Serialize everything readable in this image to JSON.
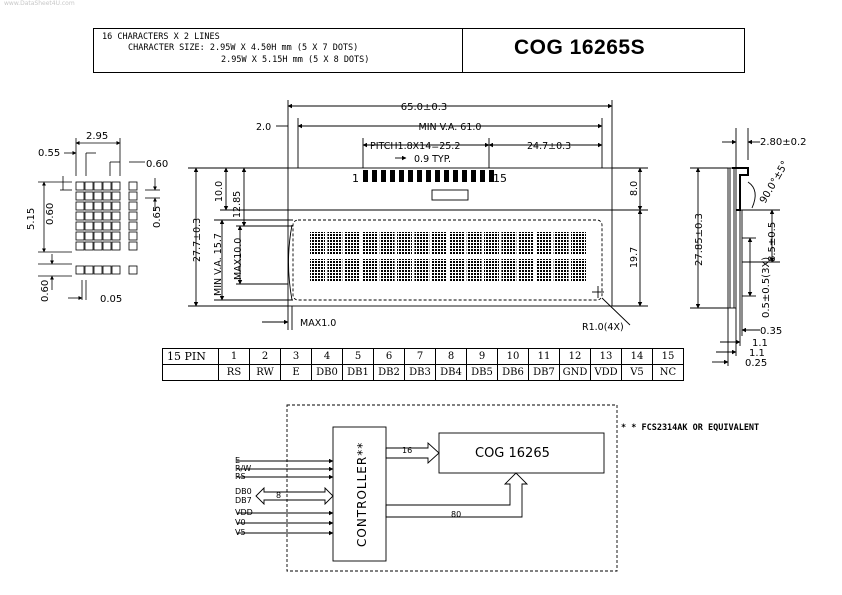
{
  "watermark": "www.DataSheet4U.com",
  "header": {
    "line1": "16 CHARACTERS X 2 LINES",
    "line2": "CHARACTER SIZE: 2.95W X 4.50H mm (5 X 7 DOTS)",
    "line3": "2.95W X 5.15H mm (5 X 8 DOTS)",
    "model": "COG 16265S"
  },
  "dot_detail": {
    "width": "2.95",
    "left_gap": "0.55",
    "right_gap": "0.60",
    "height": "5.15",
    "height_inner": "0.60",
    "right_h": "0.65",
    "bottom_gap": "0.60",
    "bottom_w": "0.05"
  },
  "front": {
    "total_w": "65.0±0.3",
    "va_offset": "2.0",
    "min_va_w": "MIN V.A. 61.0",
    "pitch": "PITCH1.8X14=25.2",
    "pin_offset": "24.7±0.3",
    "typ": "0.9 TYP.",
    "pin_first": "1",
    "pin_last": "15",
    "total_h": "27.7±0.3",
    "top_h": "10.0",
    "top_h2": "12.85",
    "min_va_h": "MIN V.A. 15.7",
    "max_h": "MAX10.0",
    "right_top": "8.0",
    "right_bottom": "19.7",
    "max_bottom": "MAX1.0",
    "radius": "R1.0(4X)"
  },
  "side": {
    "thickness": "2.80±0.2",
    "bend": "90.0°±5°",
    "total_h": "27.85±0.3",
    "pin_h": "8.5±0.5",
    "pin_w": "0.5±0.5(3X)",
    "d1": "0.35",
    "d2": "1.1",
    "d3": "1.1",
    "d4": "0.25"
  },
  "pin_table": {
    "label": "15  PIN",
    "numbers": [
      "1",
      "2",
      "3",
      "4",
      "5",
      "6",
      "7",
      "8",
      "9",
      "10",
      "11",
      "12",
      "13",
      "14",
      "15"
    ],
    "names": [
      "RS",
      "RW",
      "E",
      "DB0",
      "DB1",
      "DB2",
      "DB3",
      "DB4",
      "DB5",
      "DB6",
      "DB7",
      "GND",
      "VDD",
      "V5",
      "NC"
    ]
  },
  "block": {
    "signals": [
      "E",
      "R/W",
      "RS"
    ],
    "db_top": "DB0",
    "db_bottom": "DB7",
    "bus": "8",
    "power": [
      "VDD",
      "V0",
      "V5"
    ],
    "controller": "CONTROLLER**",
    "lcd": "COG 16265",
    "com_lines": "16",
    "seg_lines": "80",
    "note": "* * FCS2314AK OR EQUIVALENT"
  }
}
